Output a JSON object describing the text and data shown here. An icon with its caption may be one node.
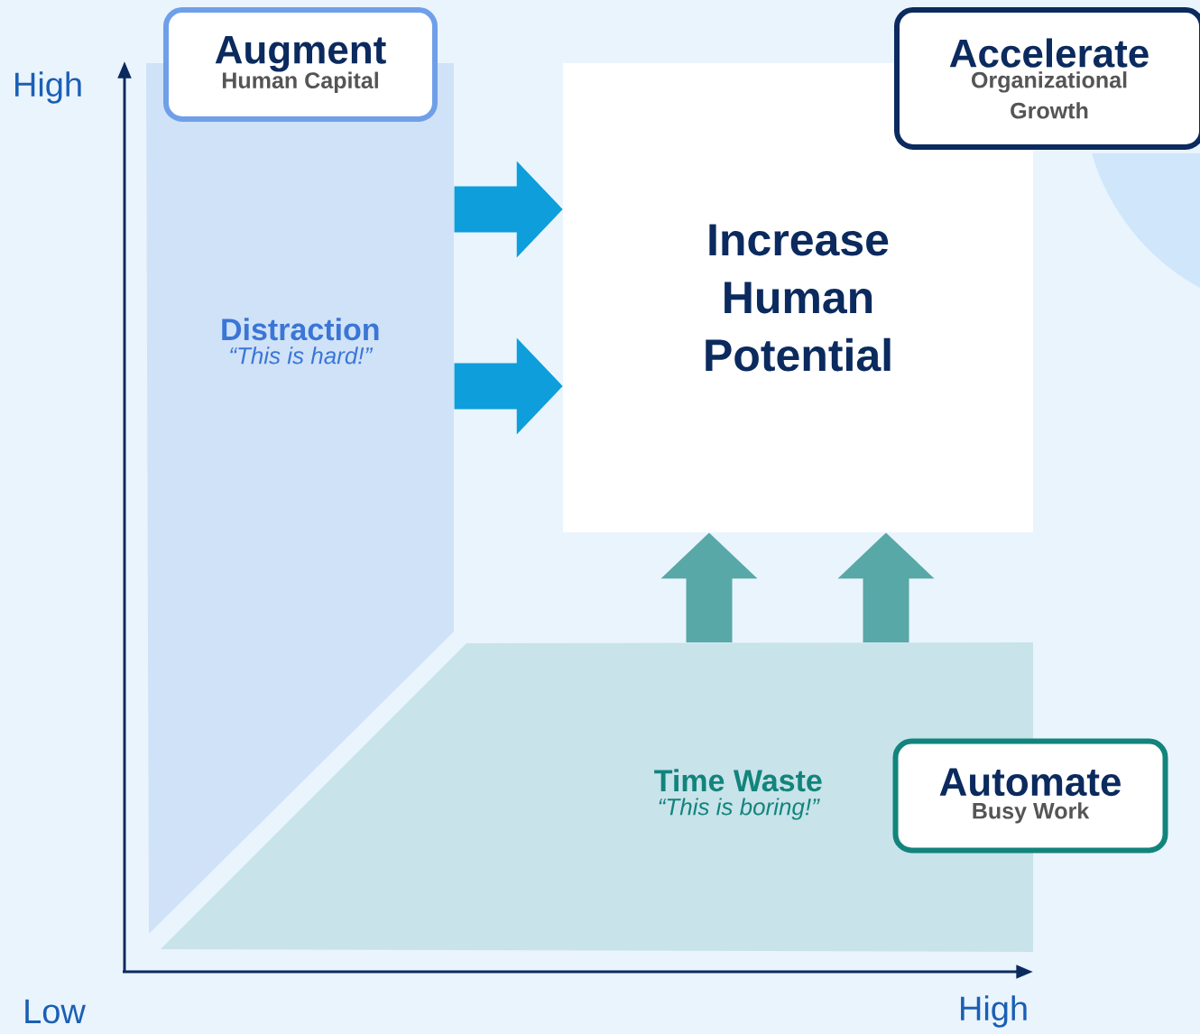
{
  "diagram": {
    "nodes": [
      {
        "text": [
          "Augment",
          "Human Capital"
        ]
      },
      {
        "text": [
          "Accelerate",
          "Organizational Growth"
        ]
      },
      {
        "text": [
          "Increase Human Potential"
        ]
      },
      {
        "text": [
          "Distraction",
          "“This is hard!”"
        ]
      },
      {
        "text": [
          "Time Waste",
          "“This is boring!”"
        ]
      },
      {
        "text": [
          "Automate",
          "Busy Work"
        ]
      },
      {
        "text": [],
        "shape": "circle"
      }
    ],
    "edges": [
      {
        "from": 3,
        "to": 2,
        "arrow": "to",
        "color": "#0d9edb"
      },
      {
        "from": 3,
        "to": 2,
        "arrow": "to",
        "color": "#0d9edb"
      },
      {
        "from": 4,
        "to": 2,
        "arrow": "to",
        "color": "#58a8a8"
      },
      {
        "from": 4,
        "to": 2,
        "arrow": "to",
        "color": "#58a8a8"
      }
    ],
    "labels": [
      "High",
      "Low",
      "High"
    ]
  }
}
